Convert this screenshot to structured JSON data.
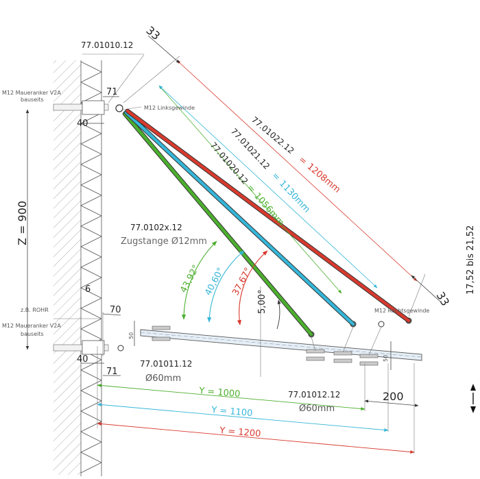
{
  "colors": {
    "green": "#4caf2e",
    "cyan": "#35b6d8",
    "red": "#d83a2e",
    "dark": "#222222",
    "wall_hatch": "#555555"
  },
  "labels": {
    "top_part": "77.01010.12",
    "anchor_top": "M12 Maueranker V2A",
    "bauseits_top": "bauseits",
    "links": "M12 Linksgewinde",
    "dim_71_top": "71",
    "dim_40_top": "40",
    "dim_33_top": "33",
    "dim_33_right": "33",
    "z_dim": "Z = 900",
    "rod_part": "77.0102x.12",
    "rod_desc": "Zugstange Ø12mm",
    "ang_green": "43,92°",
    "ang_cyan": "40,60°",
    "ang_red": "37,67°",
    "ang_slope": "5,00°",
    "z_rohr": "z.B. ROHR",
    "anchor_bottom": "M12 Maueranker V2A",
    "bauseits_bottom": "bauseits",
    "dim_6": "6",
    "dim_70": "70",
    "dim_50_left": "50",
    "dim_40_bottom": "40",
    "dim_71_bottom": "71",
    "bottom_left_part": "77.01011.12",
    "bottom_left_dia": "Ø60mm",
    "bottom_right_part": "77.01012.12",
    "bottom_right_dia": "Ø60mm",
    "rechts": "M12 Rechtsgewinde",
    "dim_50_right": "50",
    "dim_200": "200",
    "slope_range": "17,52 bis 21,52"
  },
  "rods": [
    {
      "part": "77.01020.12",
      "eq": "=",
      "length": "1056mm",
      "color": "green"
    },
    {
      "part": "77.01021.12",
      "eq": "=",
      "length": "1130mm",
      "color": "cyan"
    },
    {
      "part": "77.01022.12",
      "eq": "=",
      "length": "1208mm",
      "color": "red"
    }
  ],
  "y_dims": [
    {
      "label": "Y = 1000",
      "color": "green"
    },
    {
      "label": "Y = 1100",
      "color": "cyan"
    },
    {
      "label": "Y = 1200",
      "color": "red"
    }
  ]
}
